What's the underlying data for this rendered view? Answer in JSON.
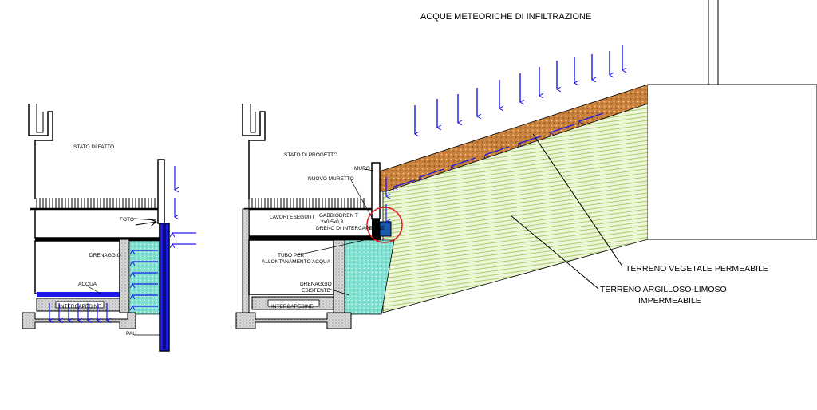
{
  "title": "ACQUE METEORICHE DI INFILTRAZIONE",
  "left_section": {
    "title": "STATO DI FATTO",
    "labels": {
      "foto": "FOTO",
      "drenaggio": "DRENAGGIO",
      "acqua": "ACQUA",
      "intercapedine": "INTERCAPEDINE",
      "pali": "PALI"
    }
  },
  "right_section": {
    "title": "STATO DI PROGETTO",
    "labels": {
      "muro": "MURO",
      "nuovo_muretto": "NUOVO MURETTO",
      "lavori_eseguiti": "LAVORI ESEGUITI",
      "gabbiodren_1": "GABBIODREN T",
      "gabbiodren_2": "2x0,5x0,3",
      "dreno": "DRENO DI INTERCAPEDINE",
      "tubo_1": "TUBO PER",
      "tubo_2": "ALLONTANAMENTO ACQUA",
      "drenaggio_1": "DRENAGGIO",
      "drenaggio_2": "ESISTENTE",
      "intercapedine": "INTERCAPEDINE"
    }
  },
  "terrain": {
    "vegetale": "TERRENO VEGETALE PERMEABILE",
    "argilloso_1": "TERRENO ARGILLOSO-LIMOSO",
    "argilloso_2": "IMPERMEABILE"
  },
  "colors": {
    "water_arrow": "#1a1ae6",
    "drainage_fill": "#7fe0d0",
    "soil_topsoil": "#c9803a",
    "soil_clay_lines": "#8fbf4a",
    "soil_clay_bg": "#eef6d8",
    "highlight_circle": "#e02020",
    "pile_fill": "#1a1ae6"
  }
}
